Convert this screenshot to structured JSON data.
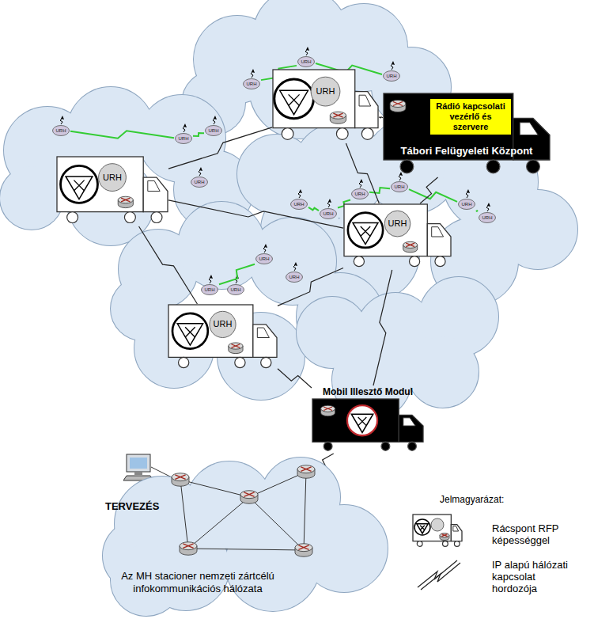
{
  "diagram": {
    "nodes": [
      {
        "text": [
          "URH"
        ]
      },
      {
        "text": [
          "URH"
        ]
      },
      {
        "text": [
          "URH"
        ]
      },
      {
        "text": [
          "URH"
        ]
      },
      {
        "text": [
          "Tábori Felügyeleti Központ"
        ]
      },
      {
        "text": [
          "Rádió kapcsolati vezérlő és szervere"
        ],
        "in": 4
      },
      {
        "text": [
          "URH"
        ]
      },
      {
        "text": [
          "URH"
        ]
      },
      {
        "text": [
          "URH"
        ]
      },
      {
        "text": [
          "URH"
        ]
      },
      {
        "text": [
          "URH"
        ]
      },
      {
        "text": [
          "URH"
        ]
      },
      {
        "text": [
          "URH"
        ]
      },
      {
        "text": [
          "URH"
        ]
      },
      {
        "text": [
          "URH"
        ]
      },
      {
        "text": [
          "URH"
        ]
      },
      {
        "text": [
          "URH"
        ]
      },
      {
        "text": [
          "URH"
        ]
      },
      {
        "text": [
          "URH"
        ]
      },
      {
        "text": [
          "URH"
        ]
      },
      {
        "text": [
          "URH"
        ]
      },
      {
        "text": [
          "URH"
        ]
      },
      {
        "text": [
          "URH"
        ]
      },
      {
        "text": [
          "Mobil Illesztő Modul"
        ]
      },
      {
        "text": [
          "Az MH stacioner nemzeti zártcélú infokommunikációs hálózata"
        ]
      }
    ],
    "edges": [
      {
        "from": 1,
        "to": 0,
        "arrow": "none"
      },
      {
        "from": 0,
        "to": 2,
        "arrow": "none"
      },
      {
        "from": 6,
        "to": 7,
        "arrow": "none"
      },
      {
        "from": 7,
        "to": 8,
        "arrow": "none"
      },
      {
        "from": 11,
        "to": 12,
        "arrow": "none"
      },
      {
        "from": 12,
        "to": 13,
        "arrow": "none"
      },
      {
        "from": 13,
        "to": 14,
        "arrow": "none"
      },
      {
        "from": 14,
        "to": 15,
        "arrow": "none"
      },
      {
        "from": 15,
        "to": 16,
        "arrow": "none"
      },
      {
        "from": 19,
        "to": 18,
        "arrow": "none"
      },
      {
        "from": 3,
        "to": 4,
        "arrow": "none"
      },
      {
        "from": 3,
        "to": 10,
        "arrow": "none"
      },
      {
        "from": 3,
        "to": 17,
        "arrow": "none"
      },
      {
        "from": 4,
        "to": 17,
        "arrow": "none"
      },
      {
        "from": 10,
        "to": 17,
        "arrow": "none"
      },
      {
        "from": 10,
        "to": 22,
        "arrow": "none"
      },
      {
        "from": 22,
        "to": 17,
        "arrow": "none"
      },
      {
        "from": 22,
        "to": 23,
        "arrow": "none"
      },
      {
        "from": 17,
        "to": 23,
        "arrow": "none"
      },
      {
        "from": 23,
        "to": 24,
        "arrow": "none"
      }
    ],
    "labels": [
      "TERVEZÉS",
      "Jelmagyarázat:"
    ],
    "legend": [
      {
        "text": "Rácspont RFP képességgel"
      },
      {
        "text": "IP alapú hálózati kapcsolat hordozója"
      }
    ]
  }
}
